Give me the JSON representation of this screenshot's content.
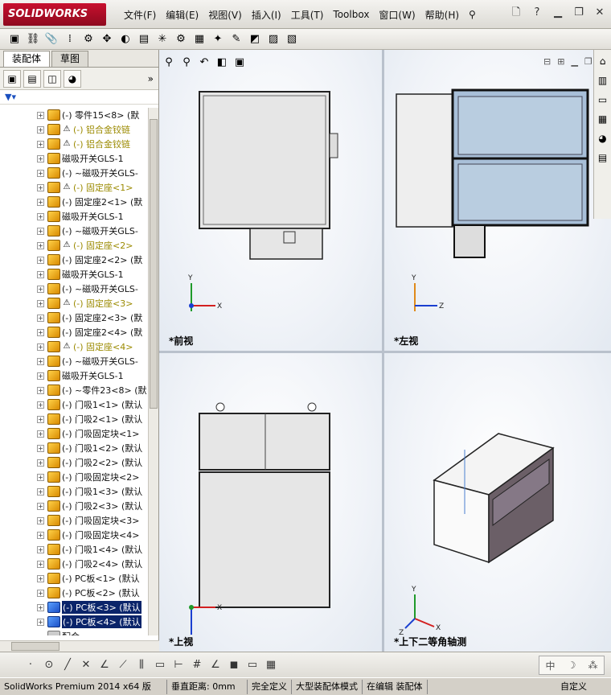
{
  "app": {
    "logo": "SOLIDWORKS"
  },
  "menu": [
    "文件(F)",
    "编辑(E)",
    "视图(V)",
    "插入(I)",
    "工具(T)",
    "Toolbox",
    "窗口(W)",
    "帮助(H)"
  ],
  "left_tabs": [
    "装配体",
    "草图"
  ],
  "tree": [
    {
      "label": "(-) 零件15<8> (默",
      "state": "normal"
    },
    {
      "label": "(-) 铝合金铰链",
      "state": "warn"
    },
    {
      "label": "(-) 铝合金铰链",
      "state": "warn"
    },
    {
      "label": "磁吸开关GLS-1",
      "state": "normal"
    },
    {
      "label": "(-) ~磁吸开关GLS-",
      "state": "normal"
    },
    {
      "label": "(-) 固定座<1>",
      "state": "warn"
    },
    {
      "label": "(-) 固定座2<1> (默",
      "state": "normal"
    },
    {
      "label": "磁吸开关GLS-1",
      "state": "normal"
    },
    {
      "label": "(-) ~磁吸开关GLS-",
      "state": "normal"
    },
    {
      "label": "(-) 固定座<2>",
      "state": "warn"
    },
    {
      "label": "(-) 固定座2<2> (默",
      "state": "normal"
    },
    {
      "label": "磁吸开关GLS-1",
      "state": "normal"
    },
    {
      "label": "(-) ~磁吸开关GLS-",
      "state": "normal"
    },
    {
      "label": "(-) 固定座<3>",
      "state": "warn"
    },
    {
      "label": "(-) 固定座2<3> (默",
      "state": "normal"
    },
    {
      "label": "(-) 固定座2<4> (默",
      "state": "normal"
    },
    {
      "label": "(-) 固定座<4>",
      "state": "warn"
    },
    {
      "label": "(-) ~磁吸开关GLS-",
      "state": "normal"
    },
    {
      "label": "磁吸开关GLS-1",
      "state": "normal"
    },
    {
      "label": "(-) ~零件23<8> (默",
      "state": "normal"
    },
    {
      "label": "(-) 门吸1<1> (默认",
      "state": "normal"
    },
    {
      "label": "(-) 门吸2<1> (默认",
      "state": "normal"
    },
    {
      "label": "(-) 门吸固定块<1>",
      "state": "normal"
    },
    {
      "label": "(-) 门吸1<2> (默认",
      "state": "normal"
    },
    {
      "label": "(-) 门吸2<2> (默认",
      "state": "normal"
    },
    {
      "label": "(-) 门吸固定块<2>",
      "state": "normal"
    },
    {
      "label": "(-) 门吸1<3> (默认",
      "state": "normal"
    },
    {
      "label": "(-) 门吸2<3> (默认",
      "state": "normal"
    },
    {
      "label": "(-) 门吸固定块<3>",
      "state": "normal"
    },
    {
      "label": "(-) 门吸固定块<4>",
      "state": "normal"
    },
    {
      "label": "(-) 门吸1<4> (默认",
      "state": "normal"
    },
    {
      "label": "(-) 门吸2<4> (默认",
      "state": "normal"
    },
    {
      "label": "(-) PC板<1> (默认",
      "state": "normal"
    },
    {
      "label": "(-) PC板<2> (默认",
      "state": "normal"
    },
    {
      "label": "(-) PC板<3> (默认",
      "state": "selected"
    },
    {
      "label": "(-) PC板<4> (默认",
      "state": "selected"
    },
    {
      "label": "配合",
      "state": "mate"
    }
  ],
  "viewports": {
    "front": "*前视",
    "left": "*左视",
    "top": "*上视",
    "iso": "*上下二等角轴测"
  },
  "status": {
    "app": "SolidWorks Premium 2014 x64 版",
    "distance": "垂直距离: 0mm",
    "defined": "完全定义",
    "mode": "大型装配体模式",
    "editing": "在编辑 装配体",
    "custom": "自定义"
  },
  "ime": {
    "label": "中"
  }
}
